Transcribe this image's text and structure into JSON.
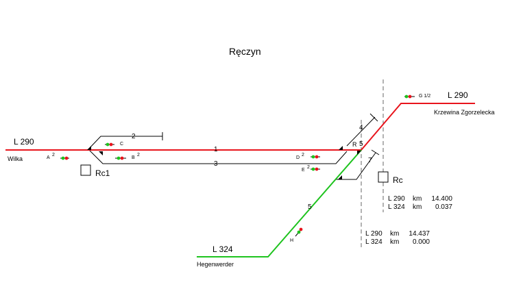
{
  "title": "Ręczyn",
  "lines": {
    "l290_left": "L 290",
    "l290_right": "L 290",
    "l324": "L 324"
  },
  "places": {
    "wilka": "Wilka",
    "krzewina": "Krzewina Zgorzelecka",
    "hegenwerder": "Hegenwerder"
  },
  "tracks": {
    "t1": "1",
    "t2": "2",
    "t3": "3",
    "t4": "4",
    "t5": "5",
    "t7": "7"
  },
  "signals": {
    "A": "A",
    "A_sup": "2",
    "B": "B",
    "B_sup": "2",
    "C": "C",
    "D": "D",
    "D_sup": "2",
    "E": "E",
    "E_sup": "2",
    "G": "G 1/2",
    "H": "H",
    "R": "R"
  },
  "boxes": {
    "rc1": "Rc1",
    "rc": "Rc"
  },
  "kilometrage": {
    "upper": {
      "row1": {
        "line": "L 290",
        "unit": "km",
        "value": "14.400"
      },
      "row2": {
        "line": "L 324",
        "unit": "km",
        "value": "0.037"
      }
    },
    "lower": {
      "row1": {
        "line": "L 290",
        "unit": "km",
        "value": "14.437"
      },
      "row2": {
        "line": "L 324",
        "unit": "km",
        "value": "0.000"
      }
    }
  },
  "colors": {
    "l290": "#e8141c",
    "l324": "#1ec31e",
    "siding": "#000000",
    "signal_red": "#e8141c",
    "signal_green": "#1ec31e"
  }
}
